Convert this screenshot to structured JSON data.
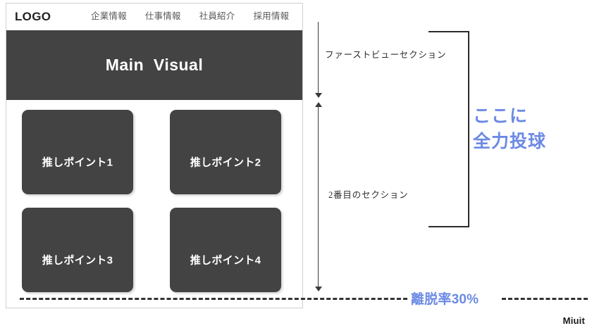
{
  "mockup": {
    "header": {
      "logo": "LOGO",
      "nav_items": [
        {
          "label": "企業情報"
        },
        {
          "label": "仕事情報"
        },
        {
          "label": "社員紹介"
        },
        {
          "label": "採用情報"
        }
      ]
    },
    "main_visual": {
      "label": "Main  Visual"
    },
    "point_cards": [
      {
        "label": "推しポイント1"
      },
      {
        "label": "推しポイント2"
      },
      {
        "label": "推しポイント3"
      },
      {
        "label": "推しポイント4"
      }
    ]
  },
  "annotations": {
    "first_view_section": "ファーストビューセクション",
    "second_section": "2番目のセクション",
    "focus_callout_line1": "ここに",
    "focus_callout_line2": "全力投球",
    "bounce_rate": "離脱率30%"
  },
  "watermark": "Miuit",
  "colors": {
    "card_fill": "#434343",
    "accent_blue": "#6c8ae4",
    "line_dark": "#333333",
    "frame_border": "#d0d0d0",
    "nav_text": "#5a5a5a"
  }
}
